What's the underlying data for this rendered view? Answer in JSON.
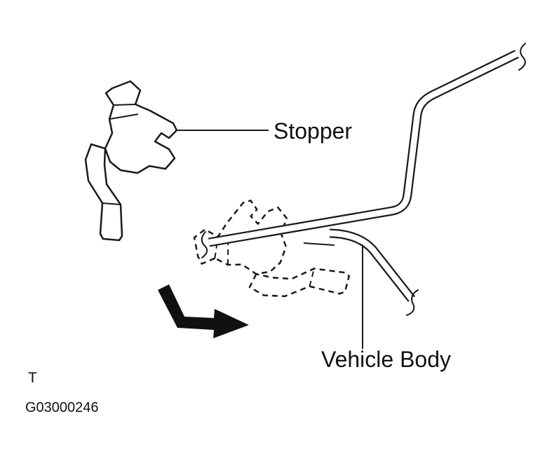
{
  "diagram": {
    "labels": {
      "stopper": "Stopper",
      "vehicle_body": "Vehicle Body"
    },
    "footer": {
      "marker": "T",
      "figure_id": "G03000246"
    },
    "icons": {
      "direction_arrow": "thick-bent-arrow-pointing-right",
      "break_marks": "tube-break-squiggle"
    },
    "colors": {
      "line": "#1a1a1a",
      "background": "#ffffff",
      "arrow_fill": "#111111"
    }
  }
}
